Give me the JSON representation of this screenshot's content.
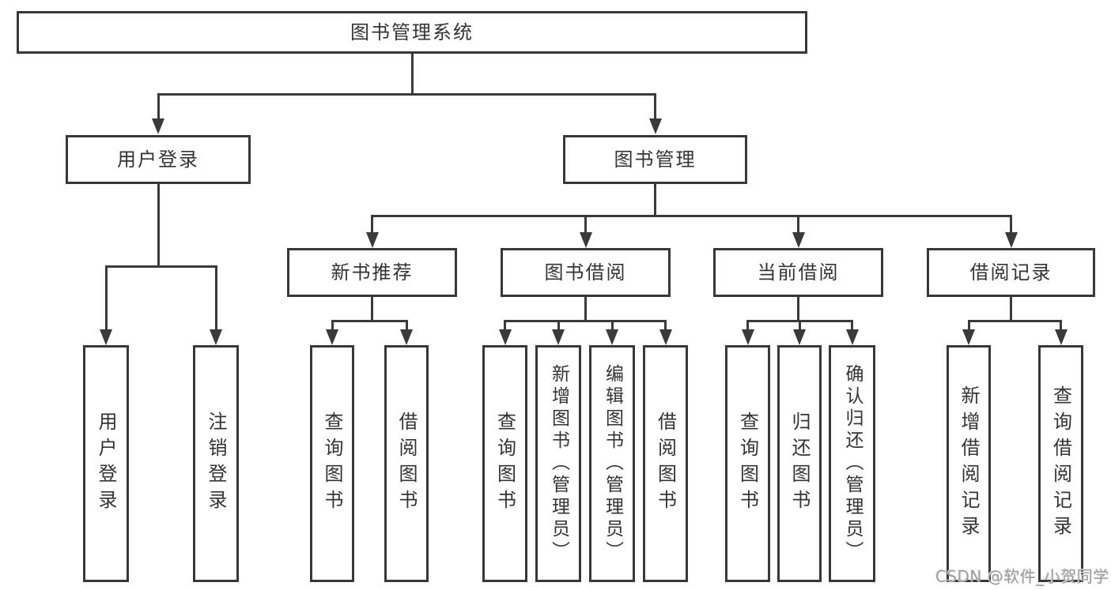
{
  "tree": {
    "label": "图书管理系统",
    "children": [
      {
        "label": "用户登录",
        "children": [
          {
            "label": "用户登录"
          },
          {
            "label": "注销登录"
          }
        ]
      },
      {
        "label": "图书管理",
        "children": [
          {
            "label": "新书推荐",
            "children": [
              {
                "label": "查询图书"
              },
              {
                "label": "借阅图书"
              }
            ]
          },
          {
            "label": "图书借阅",
            "children": [
              {
                "label": "查询图书"
              },
              {
                "label": "新增图书（管理员）"
              },
              {
                "label": "编辑图书（管理员）"
              },
              {
                "label": "借阅图书"
              }
            ]
          },
          {
            "label": "当前借阅",
            "children": [
              {
                "label": "查询图书"
              },
              {
                "label": "归还图书"
              },
              {
                "label": "确认归还（管理员）"
              }
            ]
          },
          {
            "label": "借阅记录",
            "children": [
              {
                "label": "新增借阅记录"
              },
              {
                "label": "查询借阅记录"
              }
            ]
          }
        ]
      }
    ]
  },
  "watermark": {
    "text": "CSDN @软件_小贺同学"
  },
  "colors": {
    "line": "#3a3a3a",
    "box_border": "#383838",
    "text": "#333333",
    "background": "#ffffff",
    "watermark": "#9e9e9e"
  }
}
